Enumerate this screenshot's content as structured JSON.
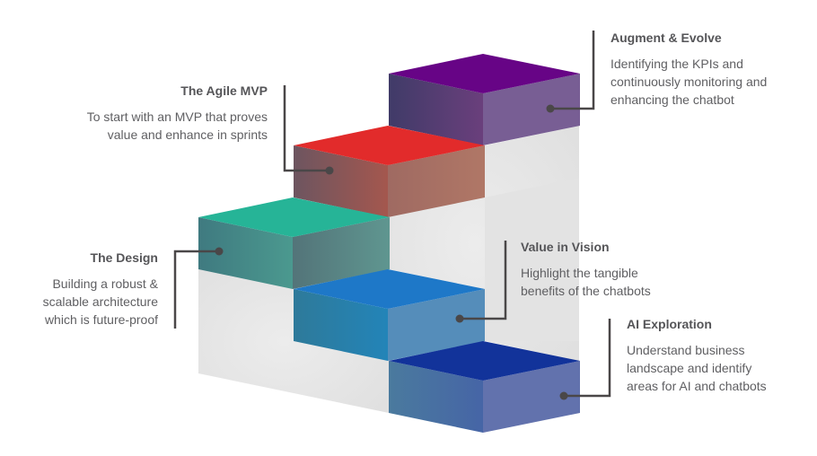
{
  "diagram": {
    "type": "isometric-staircase",
    "steps": [
      {
        "id": "ai-exploration",
        "title": "AI Exploration",
        "description": [
          "Understand business",
          "landscape and identify",
          "areas for AI and chatbots"
        ],
        "colors": {
          "top": "#12339a",
          "left_from": "#4a7a9e",
          "left_to": "#4665a6",
          "right": "#6272ad"
        }
      },
      {
        "id": "value-in-vision",
        "title": "Value in Vision",
        "description": [
          "Highlight the tangible",
          "benefits of the chatbots"
        ],
        "colors": {
          "top": "#1e78c8",
          "left_from": "#2e7a9a",
          "left_to": "#2384b8",
          "right": "#558dba"
        }
      },
      {
        "id": "the-design",
        "title": "The Design",
        "description": [
          "Building a robust &",
          "scalable architecture",
          "which is future-proof"
        ],
        "colors": {
          "top": "#26b497",
          "left_from": "#3f7a80",
          "left_to": "#4b998f",
          "right_from": "#537479",
          "right_to": "#5f9690"
        }
      },
      {
        "id": "the-agile-mvp",
        "title": "The Agile MVP",
        "description": [
          "To start with an MVP that proves",
          "value and enhance in sprints"
        ],
        "colors": {
          "top": "#e22b2b",
          "left_from": "#6d5560",
          "left_to": "#a4574e",
          "right_from": "#9f6a62",
          "right_to": "#b07766"
        }
      },
      {
        "id": "augment-evolve",
        "title": "Augment & Evolve",
        "description": [
          "Identifying the KPIs and",
          "continuously monitoring and",
          "enhancing the chatbot"
        ],
        "colors": {
          "top": "#670486",
          "left_from": "#403b68",
          "left_to": "#6a3f7c",
          "right": "#785e94"
        }
      }
    ],
    "backdrop_color": "#e6e6e6",
    "connector_color": "#4a4748"
  }
}
